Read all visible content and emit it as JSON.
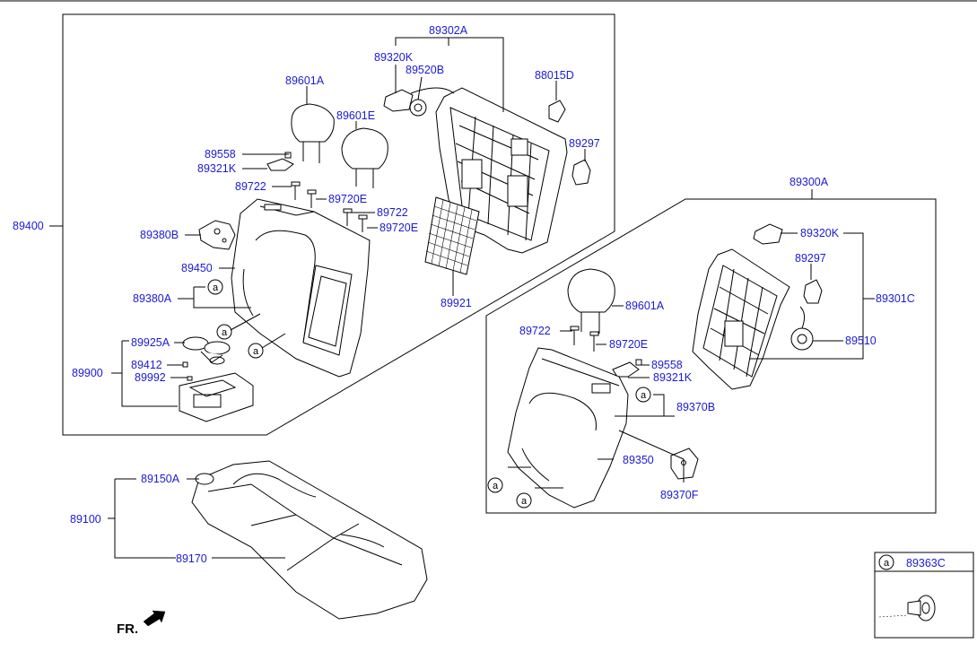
{
  "callouts": {
    "p89302A": "89302A",
    "p89320K_top": "89320K",
    "p89520B": "89520B",
    "p88015D": "88015D",
    "p89297_top": "89297",
    "p89601A_top": "89601A",
    "p89601E": "89601E",
    "p89558_top": "89558",
    "p89321K_top": "89321K",
    "p89722_top1": "89722",
    "p89720E_top1": "89720E",
    "p89722_top2": "89722",
    "p89720E_top2": "89720E",
    "p89380B": "89380B",
    "p89450": "89450",
    "p89380A": "89380A",
    "p89921": "89921",
    "p89400": "89400",
    "p89925A": "89925A",
    "p89412": "89412",
    "p89900": "89900",
    "p89992": "89992",
    "p89300A": "89300A",
    "p89320K_right": "89320K",
    "p89297_right": "89297",
    "p89301C": "89301C",
    "p89510": "89510",
    "p89601A_right": "89601A",
    "p89722_right": "89722",
    "p89720E_right": "89720E",
    "p89558_right": "89558",
    "p89321K_right": "89321K",
    "p89370B": "89370B",
    "p89350": "89350",
    "p89370F": "89370F",
    "p89150A": "89150A",
    "p89100": "89100",
    "p89170": "89170",
    "p89363C": "89363C"
  },
  "circle_marker": "a",
  "front_label": "FR."
}
